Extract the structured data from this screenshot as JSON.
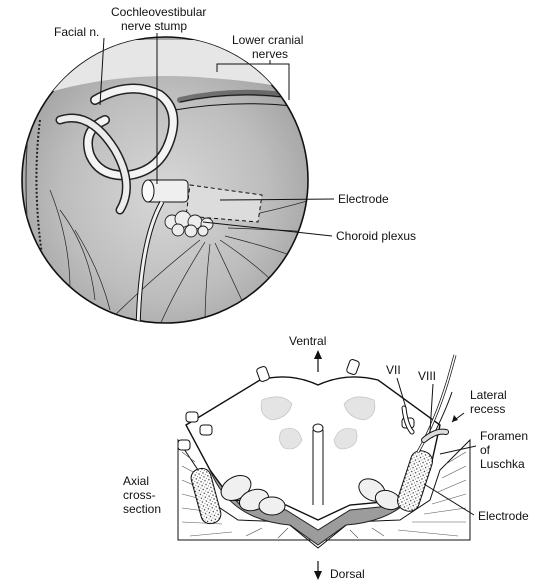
{
  "upper_view": {
    "labels": {
      "facial_nerve": "Facial n.",
      "cochleovestibular_line1": "Cochleovestibular",
      "cochleovestibular_line2": "nerve stump",
      "lower_cranial_line1": "Lower cranial",
      "lower_cranial_line2": "nerves",
      "electrode": "Electrode",
      "choroid_plexus": "Choroid plexus"
    }
  },
  "axial_view": {
    "labels": {
      "ventral": "Ventral",
      "dorsal": "Dorsal",
      "vii": "VII",
      "viii": "VIII",
      "lateral_recess_line1": "Lateral",
      "lateral_recess_line2": "recess",
      "foramen_line1": "Foramen",
      "foramen_line2": "of",
      "foramen_line3": "Luschka",
      "axial_line1": "Axial",
      "axial_line2": "cross-",
      "axial_line3": "section",
      "electrode": "Electrode"
    }
  },
  "colors": {
    "ink": "#222222",
    "shade": "#9a9a9a",
    "shade_light": "#cfcfcf",
    "paper": "#ffffff"
  }
}
